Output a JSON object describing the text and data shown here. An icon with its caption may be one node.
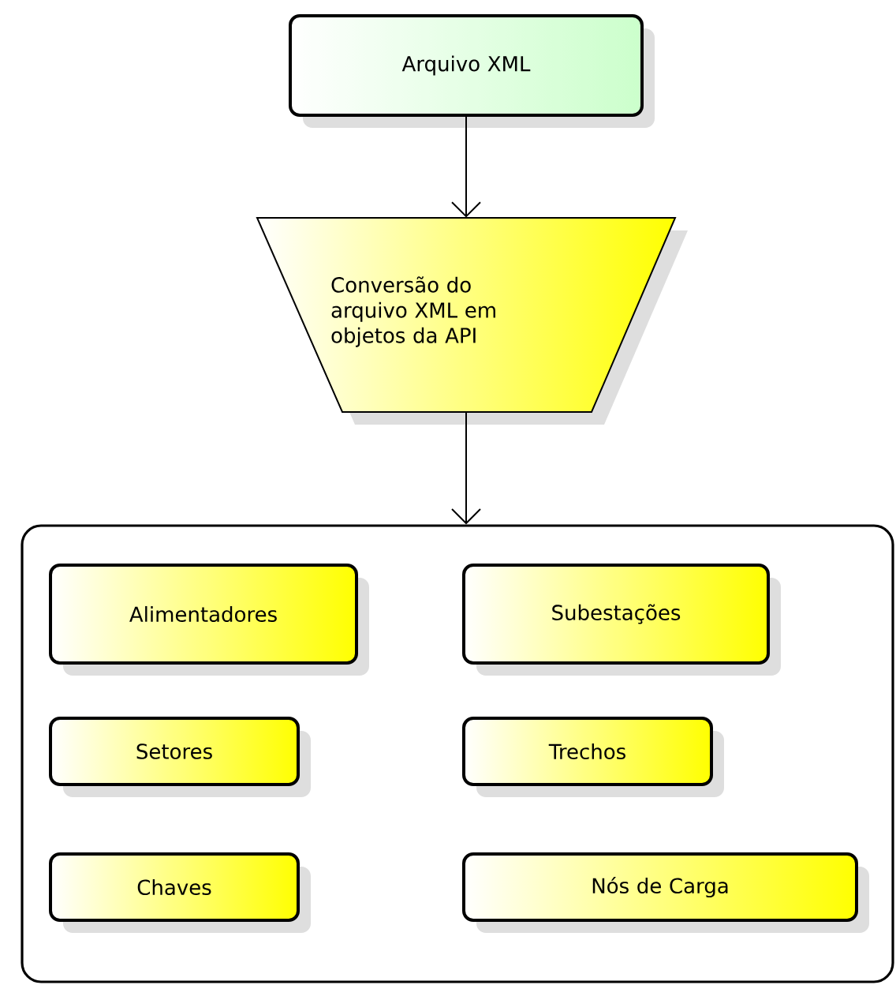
{
  "diagram": {
    "nodes": [
      {
        "text": [
          "Arquivo XML"
        ]
      },
      {
        "text": [
          "Conversão do arquivo XML em objetos da API"
        ]
      },
      {
        "text": [],
        "shape": "box"
      },
      {
        "text": [
          "Alimentadores"
        ],
        "in": 2
      },
      {
        "text": [
          "Subestações"
        ],
        "in": 2
      },
      {
        "text": [
          "Setores"
        ],
        "in": 2
      },
      {
        "text": [
          "Trechos"
        ],
        "in": 2
      },
      {
        "text": [
          "Chaves"
        ],
        "in": 2
      },
      {
        "text": [
          "Nós de Carga"
        ],
        "in": 2
      }
    ],
    "edges": [
      {
        "from": 0,
        "to": 1,
        "arrow": "to"
      },
      {
        "from": 1,
        "to": 2,
        "arrow": "to"
      }
    ]
  }
}
